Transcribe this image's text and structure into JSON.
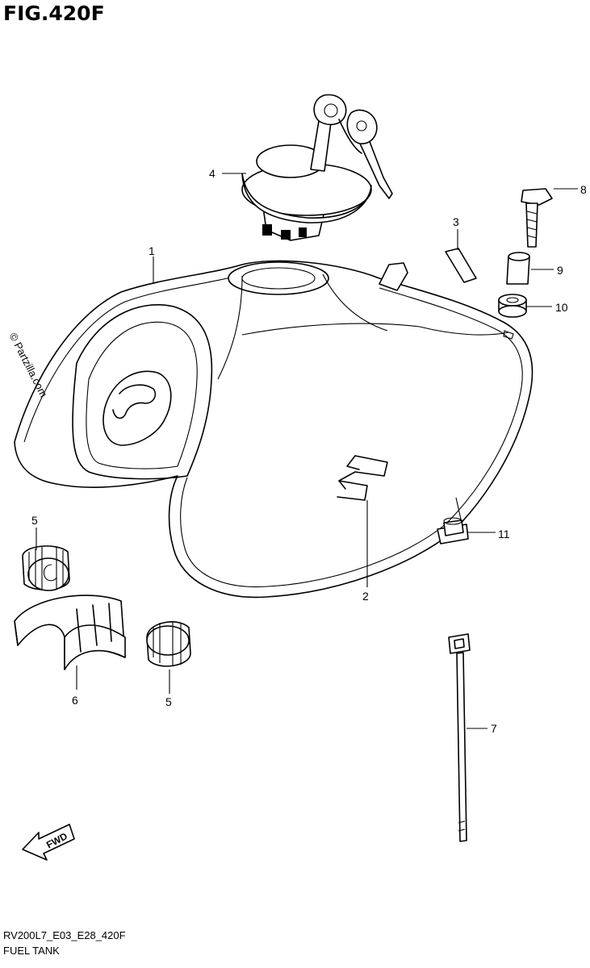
{
  "figure": {
    "title": "FIG.420F",
    "model_code": "RV200L7_E03_E28_420F",
    "section_name": "FUEL TANK",
    "copyright": "© Partzilla.com",
    "fwd_arrow_label": "FWD"
  },
  "callouts": [
    {
      "id": "c1",
      "number": "1"
    },
    {
      "id": "c2",
      "number": "2"
    },
    {
      "id": "c3",
      "number": "3"
    },
    {
      "id": "c4",
      "number": "4"
    },
    {
      "id": "c5a",
      "number": "5"
    },
    {
      "id": "c5b",
      "number": "5"
    },
    {
      "id": "c6",
      "number": "6"
    },
    {
      "id": "c7",
      "number": "7"
    },
    {
      "id": "c8",
      "number": "8"
    },
    {
      "id": "c9",
      "number": "9"
    },
    {
      "id": "c10",
      "number": "10"
    },
    {
      "id": "c11",
      "number": "11"
    }
  ]
}
